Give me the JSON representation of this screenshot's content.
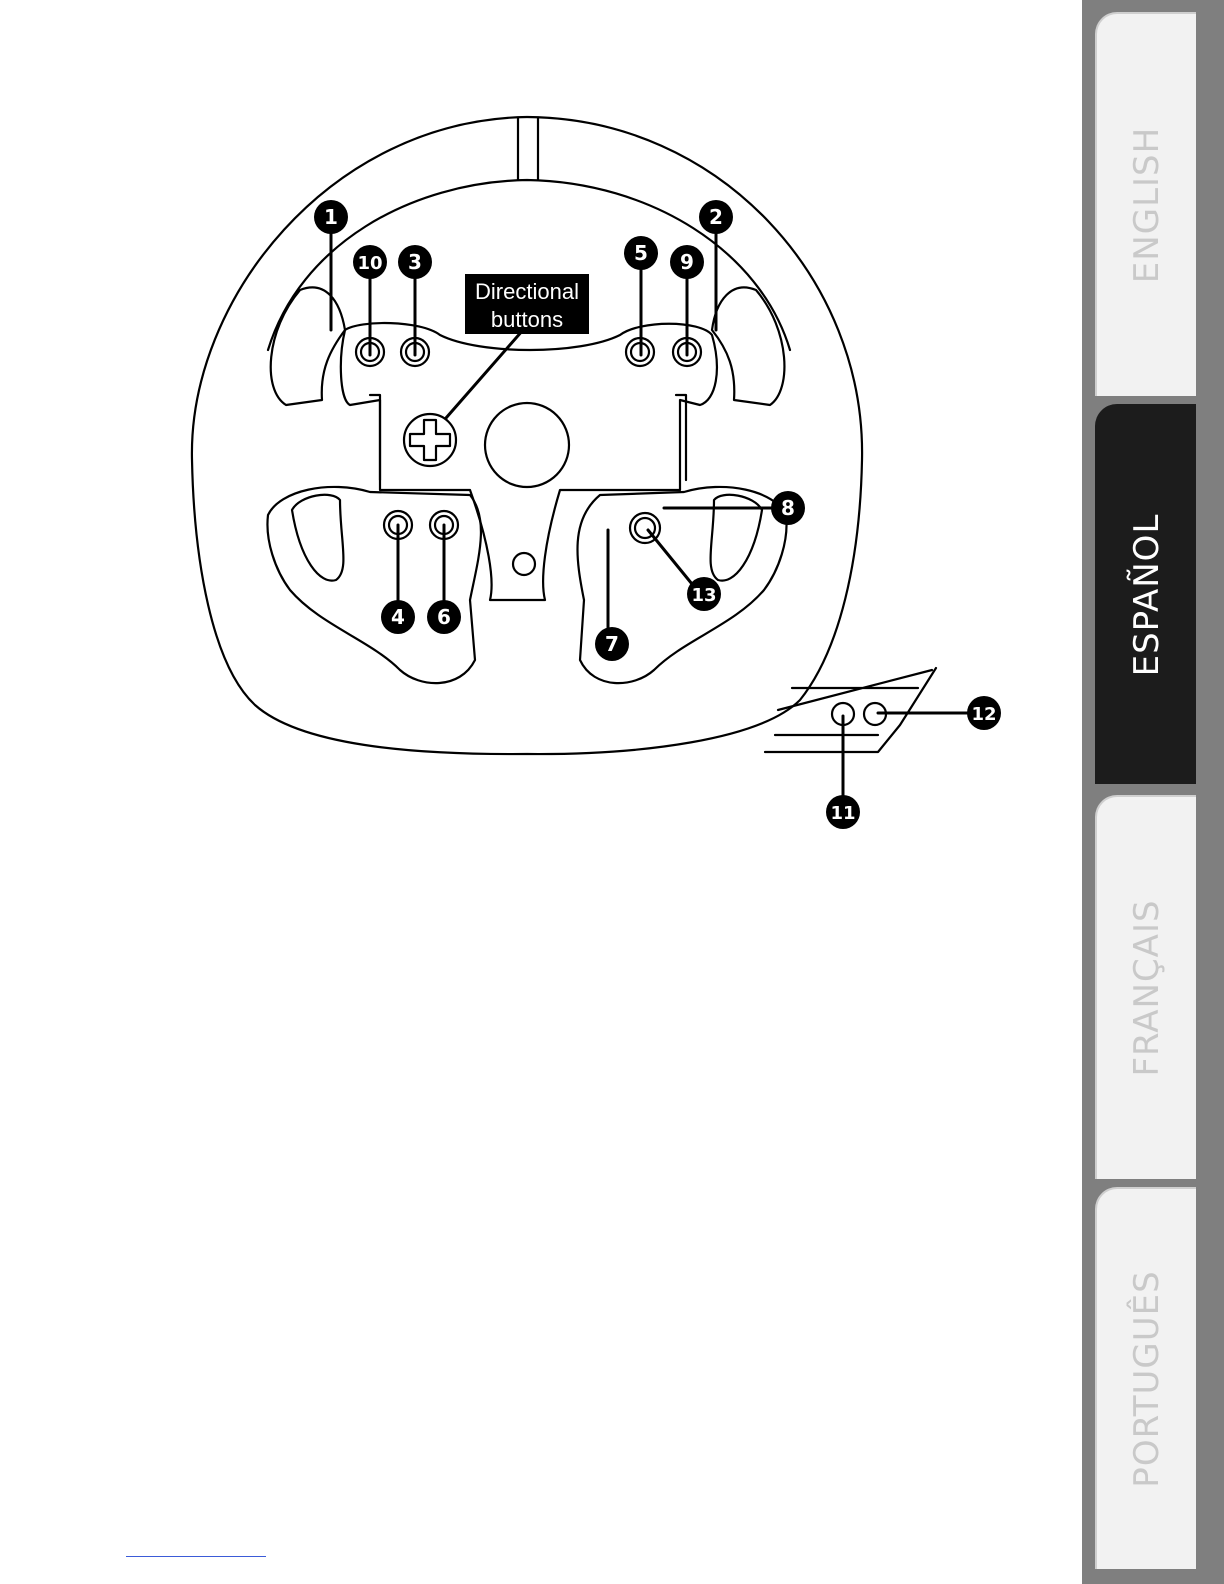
{
  "diagram": {
    "callout": "Directional\nbuttons",
    "callout_lines": [
      "Directional",
      "buttons"
    ],
    "markers": [
      "1",
      "2",
      "3",
      "4",
      "5",
      "6",
      "7",
      "8",
      "9",
      "10",
      "11",
      "12",
      "13"
    ]
  },
  "tabs": [
    {
      "label": "ENGLISH",
      "active": false
    },
    {
      "label": "ESPAÑOL",
      "active": true
    },
    {
      "label": "FRANÇAIS",
      "active": false
    },
    {
      "label": "PORTUGUÊS",
      "active": false
    }
  ],
  "colors": {
    "active_tab": "#1c1c1c",
    "inactive_tab": "#f2f2f2",
    "tab_strip": "#7f7f7f",
    "link_underline": "#3b5bd8"
  }
}
